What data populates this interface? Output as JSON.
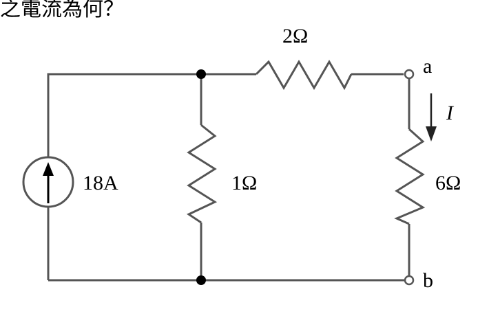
{
  "question": {
    "fragment": "之電流為何？"
  },
  "circuit": {
    "source": {
      "label": "18A"
    },
    "resistors": {
      "top": "2Ω",
      "middle": "1Ω",
      "right": "6Ω"
    },
    "terminals": {
      "a": "a",
      "b": "b"
    },
    "current": {
      "label": "I"
    },
    "colors": {
      "wire": "#555555",
      "node": "#000000"
    }
  }
}
